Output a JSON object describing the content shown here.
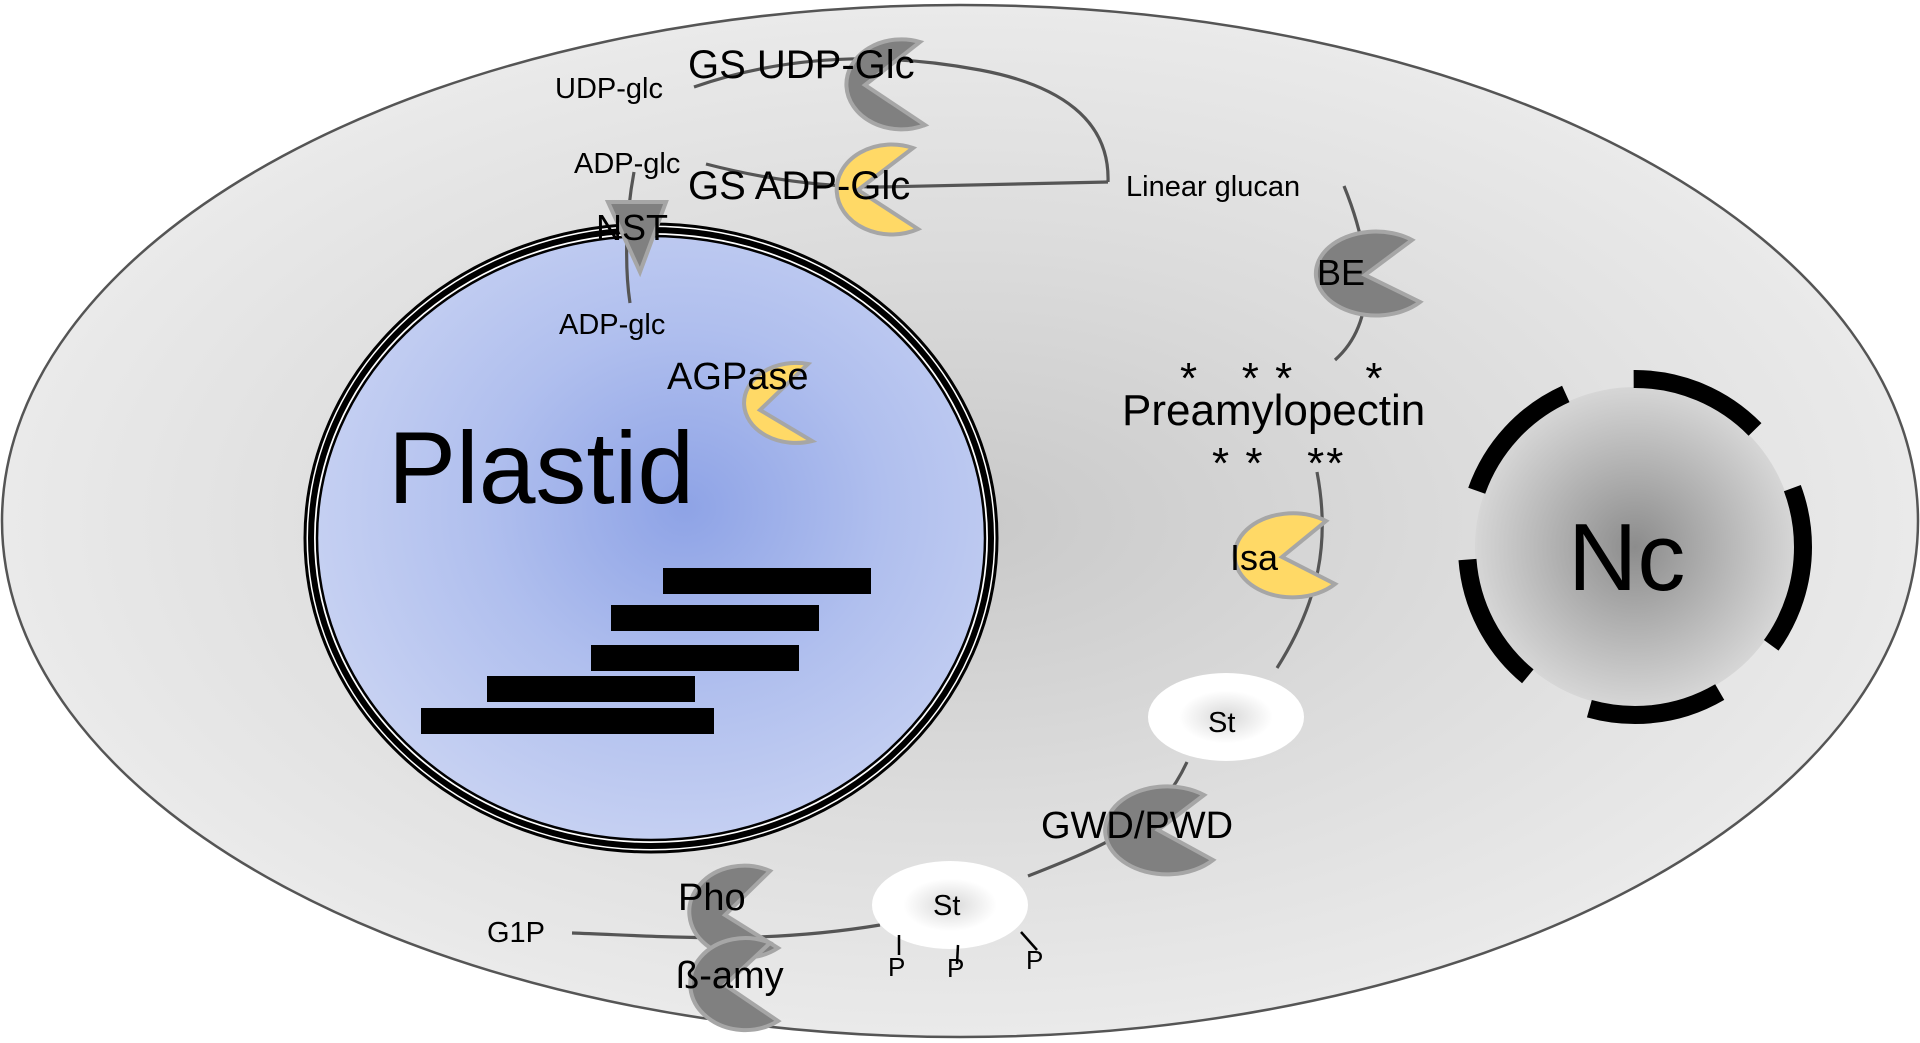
{
  "diagram": {
    "compartments": {
      "plastid": "Plastid",
      "nucleus": "Nc"
    },
    "substrates": {
      "udp_glc": "UDP-glc",
      "adp_glc_cytosol": "ADP-glc",
      "adp_glc_plastid": "ADP-glc",
      "linear_glucan": "Linear glucan",
      "preamylopectin": "Preamylopectin",
      "stars_top": "*   * *     *",
      "stars_bottom": "* *   **",
      "g1p": "G1P",
      "starch_top": "St",
      "starch_bottom": "St",
      "phosphate": "P"
    },
    "enzymes": {
      "gs_udp": {
        "label": "GS UDP-Glc",
        "color": "#808080"
      },
      "gs_adp": {
        "label": "GS ADP-Glc",
        "color": "#ffd966"
      },
      "nst": {
        "label": "NST",
        "color": "#808080"
      },
      "agpase": {
        "label": "AGPase",
        "color": "#ffd966"
      },
      "be": {
        "label": "BE",
        "color": "#808080"
      },
      "isa": {
        "label": "Isa",
        "color": "#ffd966"
      },
      "gwd_pwd": {
        "label": "GWD/PWD",
        "color": "#808080"
      },
      "pho": {
        "label": "Pho",
        "color": "#808080"
      },
      "beta_amy": {
        "label": "ß-amy",
        "color": "#808080"
      }
    },
    "colors": {
      "cell": "#e6e6e6",
      "plastid": "#c5d0f0",
      "nucleus": "#b0b0b0",
      "grey_enzyme": "#808080",
      "yellow_enzyme": "#ffd966"
    }
  }
}
